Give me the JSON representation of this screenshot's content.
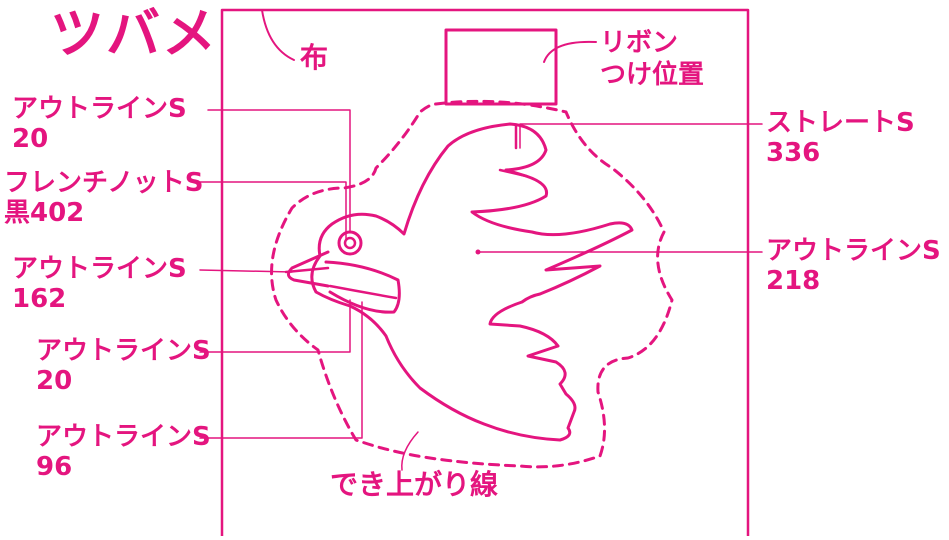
{
  "title": "ツバメ",
  "colors": {
    "accent": "#e4157f"
  },
  "cloth_label": "布",
  "ribbon_label": [
    "リボン",
    "つけ位置"
  ],
  "finish_line_label": "でき上がり線",
  "callouts": [
    {
      "id": "outline-20-a",
      "line1": "アウトラインS",
      "line2": "20"
    },
    {
      "id": "french-knot",
      "line1": "フレンチノットS",
      "line2": "黒402"
    },
    {
      "id": "outline-162",
      "line1": "アウトラインS",
      "line2": "162"
    },
    {
      "id": "outline-20-b",
      "line1": "アウトラインS",
      "line2": "20"
    },
    {
      "id": "outline-96",
      "line1": "アウトラインS",
      "line2": "96"
    },
    {
      "id": "straight-336",
      "line1": "ストレートS",
      "line2": "336"
    },
    {
      "id": "outline-218",
      "line1": "アウトラインS",
      "line2": "218"
    }
  ]
}
